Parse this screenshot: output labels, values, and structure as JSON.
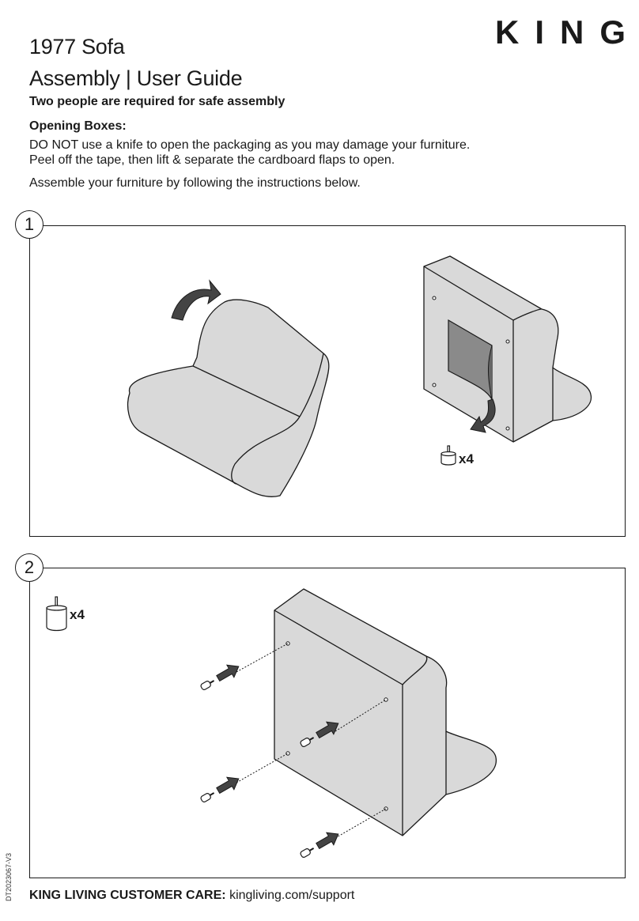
{
  "brand": {
    "logo_text": "KING"
  },
  "header": {
    "product": "1977 Sofa",
    "guide": "Assembly | User Guide",
    "requirement": "Two people are required for safe assembly"
  },
  "intro": {
    "heading": "Opening Boxes:",
    "line1": "DO NOT use a knife to open the packaging as you may damage your furniture.",
    "line2": "Peel off the tape, then lift & separate the cardboard flaps to open.",
    "line3": "Assemble your furniture by following the instructions below."
  },
  "steps": [
    {
      "number": "1",
      "quantity": "x4"
    },
    {
      "number": "2",
      "quantity": "x4"
    }
  ],
  "footer": {
    "label": "KING LIVING CUSTOMER CARE:",
    "url": "kingliving.com/support",
    "doc_code": "DT2023067-V3"
  },
  "colors": {
    "sofa_fill": "#d9d9d9",
    "dark_panel": "#8a8a8a",
    "arrow": "#444444",
    "ink": "#1a1a1a"
  }
}
